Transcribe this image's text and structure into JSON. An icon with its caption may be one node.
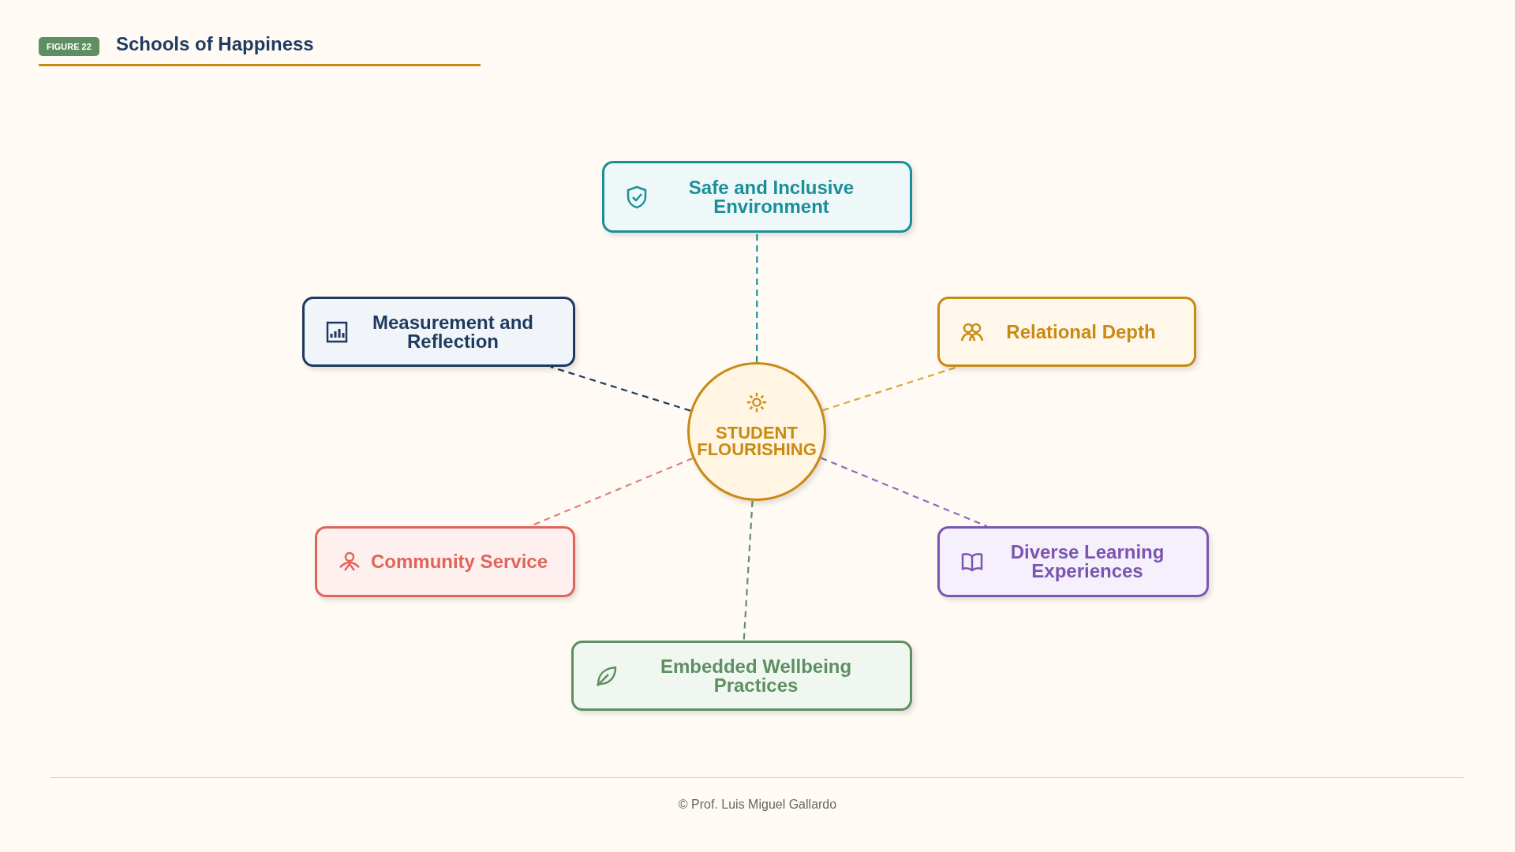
{
  "diagram": {
    "title": "Schools of Happiness",
    "nodes": [
      {
        "text": [
          "STUDENT FLOURISHING"
        ]
      },
      {
        "text": [
          "Safe and Inclusive Environment"
        ]
      },
      {
        "text": [
          "Measurement and Reflection"
        ]
      },
      {
        "text": [
          "Relational Depth"
        ]
      },
      {
        "text": [
          "Community Service"
        ]
      },
      {
        "text": [
          "Diverse Learning Experiences"
        ]
      },
      {
        "text": [
          "Embedded Wellbeing Practices"
        ]
      }
    ],
    "edges": [
      {
        "from": 0,
        "to": 1,
        "arrow": "none",
        "style": "dashed",
        "color": "#1a8f9a"
      },
      {
        "from": 0,
        "to": 2,
        "arrow": "none",
        "style": "dashed",
        "color": "#1e3a5f"
      },
      {
        "from": 0,
        "to": 3,
        "arrow": "none",
        "style": "dashed",
        "color": "#d9a43a"
      },
      {
        "from": 0,
        "to": 4,
        "arrow": "none",
        "style": "dashed",
        "color": "#e0807a"
      },
      {
        "from": 0,
        "to": 5,
        "arrow": "none",
        "style": "dashed",
        "color": "#8a6cc0"
      },
      {
        "from": 0,
        "to": 6,
        "arrow": "none",
        "style": "dashed",
        "color": "#5e8f72"
      }
    ],
    "labels": [
      "FIGURE 22",
      "© Prof. Luis Miguel Gallardo"
    ]
  }
}
